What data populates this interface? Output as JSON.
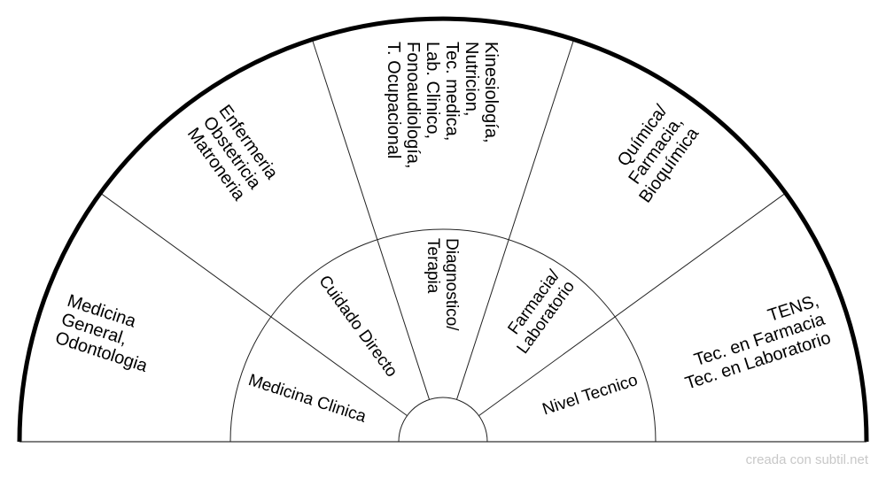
{
  "outer_sectors": [
    {
      "lines": [
        "Medicina",
        "General,",
        "Odontologia"
      ]
    },
    {
      "lines": [
        "Enfermeria",
        "Obstetricia",
        "Matroneria"
      ]
    },
    {
      "lines": [
        "Kinesiología,",
        "Nutricion,",
        "Tec. medica,",
        "Lab. Clinico,",
        "Fonoaudiología,",
        "T. Ocupacional"
      ]
    },
    {
      "lines": [
        "Química/",
        "Farmacia,",
        "Bioquímica"
      ]
    },
    {
      "lines": [
        "TENS,",
        "Tec. en Farmacia",
        "Tec. en Laboratorio"
      ]
    }
  ],
  "inner_sectors": [
    {
      "lines": [
        "Medicina Clinica"
      ]
    },
    {
      "lines": [
        "Cuidado Directo"
      ]
    },
    {
      "lines": [
        "Diagnostico/",
        "Terapia"
      ]
    },
    {
      "lines": [
        "Farmacia/",
        "Laboratorio"
      ]
    },
    {
      "lines": [
        "Nivel Tecnico"
      ]
    }
  ],
  "watermark": "creada con subtil.net"
}
